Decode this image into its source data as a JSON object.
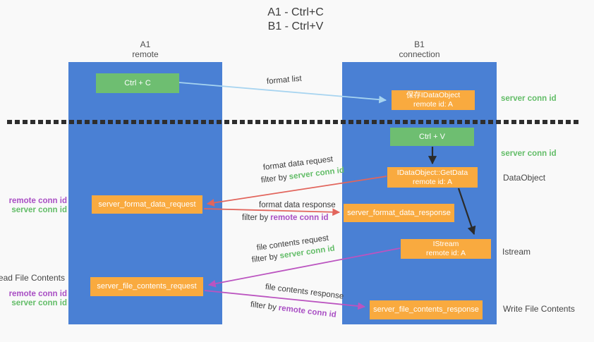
{
  "title": {
    "line1": "A1 - Ctrl+C",
    "line2": "B1 - Ctrl+V"
  },
  "columns": {
    "a1": {
      "name": "A1",
      "subtitle": "remote"
    },
    "b1": {
      "name": "B1",
      "subtitle": "connection"
    }
  },
  "boxes": {
    "ctrl_c": {
      "label": "Ctrl + C"
    },
    "save_idataobject": {
      "line1": "保存IDataObject",
      "line2": "remote id: A"
    },
    "ctrl_v": {
      "label": "Ctrl + V"
    },
    "getdata": {
      "line1": "IDataObject::GetData",
      "line2": "remote id: A"
    },
    "format_request": {
      "label": "server_format_data_request"
    },
    "format_response": {
      "label": "server_format_data_response"
    },
    "istream": {
      "line1": "IStream",
      "line2": "remote id: A"
    },
    "file_request": {
      "label": "server_file_contents_request"
    },
    "file_response": {
      "label": "server_file_contents_response"
    }
  },
  "left_labels": [
    {
      "text": "remote conn id"
    },
    {
      "text": "server conn id"
    },
    {
      "text": "Read File Contents"
    },
    {
      "text": "remote conn id"
    },
    {
      "text": "server conn id"
    }
  ],
  "right_labels": [
    {
      "text": "server conn id"
    },
    {
      "text": "server conn id"
    },
    {
      "text": "DataObject"
    },
    {
      "text": "Istream"
    },
    {
      "text": "Write File Contents"
    }
  ],
  "flow_labels": {
    "format_list": "format list",
    "format_data_request": "format data request",
    "format_data_response": "format data response",
    "file_contents_request": "file contents request",
    "file_contents_response": "file contents response",
    "filter_by": "filter by",
    "server_conn_id": "server conn id",
    "remote_conn_id": "remote conn id"
  },
  "colors": {
    "column_blue": "#4a80d4",
    "box_green": "#6ebe71",
    "box_orange": "#f9aa3f",
    "arrow_black": "#2b2b2b",
    "arrow_red": "#e2655c",
    "arrow_magenta": "#bb54c0",
    "arrow_lightblue": "#a7d4f0",
    "label_green": "#63bd68",
    "label_purple": "#a94fc4",
    "dotted_line": "#2e2e2e"
  }
}
